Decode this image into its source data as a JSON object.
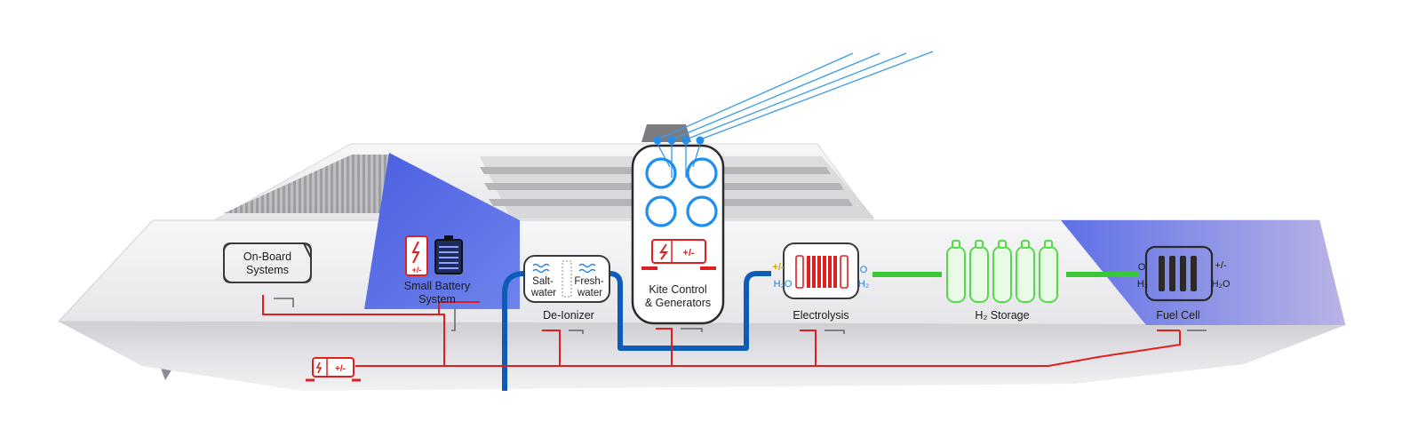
{
  "labels": {
    "onboard_line1": "On-Board",
    "onboard_line2": "Systems",
    "battery_line1": "Small Battery",
    "battery_line2": "System",
    "saltwater_line1": "Salt-",
    "saltwater_line2": "water",
    "freshwater_line1": "Fresh-",
    "freshwater_line2": "water",
    "deionizer": "De-Ionizer",
    "kite_line1": "Kite Control",
    "kite_line2": "& Generators",
    "electrolysis": "Electrolysis",
    "h2_storage": "H₂ Storage",
    "fuel_cell": "Fuel Cell",
    "plus_minus": "+/-",
    "h2o": "H₂O",
    "o": "O",
    "h2": "H₂"
  },
  "colors": {
    "power_line": "#e02020",
    "water_line": "#0d5cb8",
    "hydrogen_line": "#39c735",
    "kite_blue": "#1e8ef0",
    "gas_green": "#57d94a",
    "panel_blue": "#5068e0",
    "hull_light": "#f4f4f6",
    "hull_shadow": "#c9c9cd",
    "outline": "#2a2a2a"
  }
}
